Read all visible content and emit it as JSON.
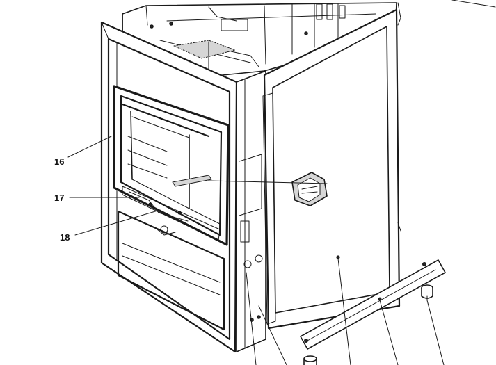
{
  "callouts": [
    {
      "id": "16",
      "label": "16"
    },
    {
      "id": "17",
      "label": "17"
    },
    {
      "id": "18",
      "label": "18"
    }
  ],
  "colors": {
    "line": "#1a1a1a",
    "background": "#ffffff",
    "shade": "#d6d6d6"
  }
}
